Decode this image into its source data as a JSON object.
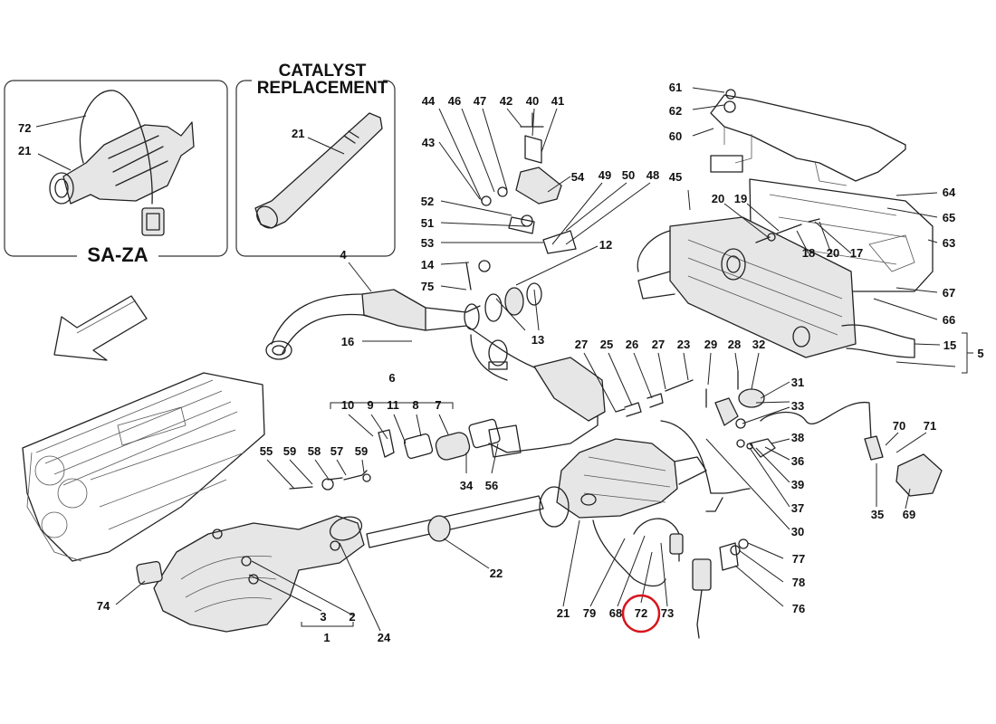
{
  "inset_saza": {
    "title": "SA-ZA",
    "labels": [
      "72",
      "21"
    ]
  },
  "inset_catalyst": {
    "title_line1": "CATALYST",
    "title_line2": "REPLACEMENT",
    "labels": [
      "21"
    ]
  },
  "labels": {
    "l44": "44",
    "l46": "46",
    "l47": "47",
    "l42": "42",
    "l40": "40",
    "l41": "41",
    "l43": "43",
    "l54": "54",
    "l49": "49",
    "l50": "50",
    "l48": "48",
    "l45": "45",
    "l52": "52",
    "l51": "51",
    "l53": "53",
    "l14": "14",
    "l75": "75",
    "l12": "12",
    "l4": "4",
    "l16": "16",
    "l13": "13",
    "l61": "61",
    "l62": "62",
    "l60": "60",
    "l64": "64",
    "l65": "65",
    "l63": "63",
    "l20a": "20",
    "l19": "19",
    "l18": "18",
    "l20b": "20",
    "l17": "17",
    "l67": "67",
    "l66": "66",
    "l15": "15",
    "l5": "5",
    "l27a": "27",
    "l25": "25",
    "l26": "26",
    "l27b": "27",
    "l23": "23",
    "l29": "29",
    "l28": "28",
    "l32": "32",
    "l31": "31",
    "l33": "33",
    "l6": "6",
    "l10": "10",
    "l9": "9",
    "l11": "11",
    "l8": "8",
    "l7": "7",
    "l55": "55",
    "l59a": "59",
    "l58": "58",
    "l57": "57",
    "l59b": "59",
    "l34": "34",
    "l56": "56",
    "l38": "38",
    "l36": "36",
    "l39": "39",
    "l37": "37",
    "l30": "30",
    "l70": "70",
    "l71": "71",
    "l35": "35",
    "l69": "69",
    "l22": "22",
    "l74": "74",
    "l3": "3",
    "l2": "2",
    "l1": "1",
    "l24": "24",
    "l21": "21",
    "l79": "79",
    "l68": "68",
    "l72": "72",
    "l73": "73",
    "l77": "77",
    "l78": "78",
    "l76": "76"
  },
  "highlighted_label": "72",
  "colors": {
    "highlight": "#d8141c",
    "ink": "#222222"
  }
}
